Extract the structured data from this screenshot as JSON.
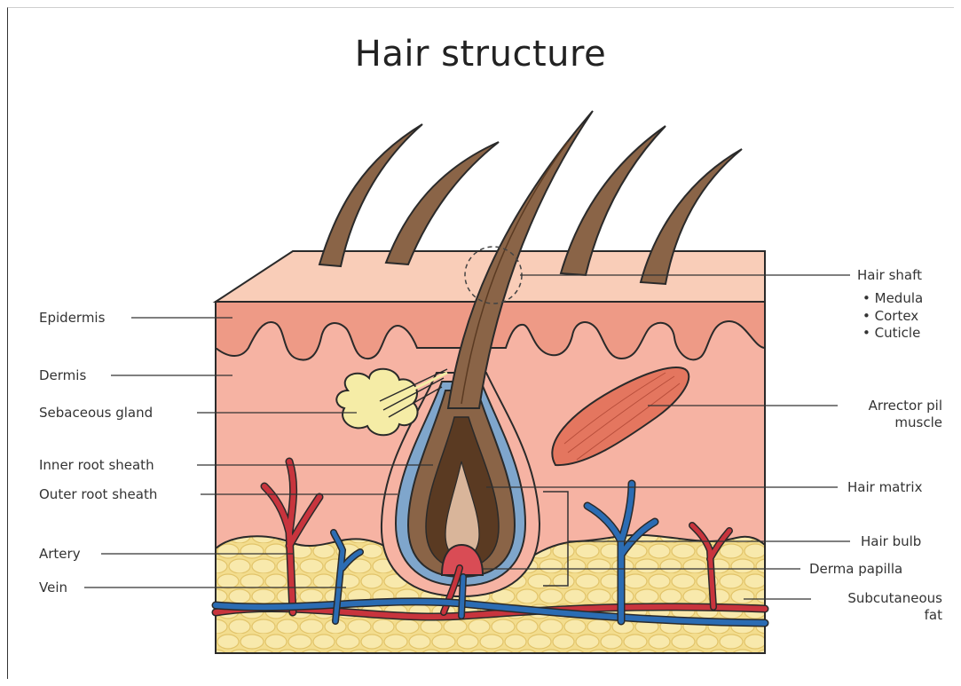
{
  "title": "Hair structure",
  "labels_left": {
    "epidermis": "Epidermis",
    "dermis": "Dermis",
    "sebaceous_gland": "Sebaceous gland",
    "inner_root_sheath": "Inner root sheath",
    "outer_root_sheath": "Outer root sheath",
    "artery": "Artery",
    "vein": "Vein"
  },
  "labels_right": {
    "hair_shaft": "Hair shaft",
    "hair_shaft_parts": [
      "Medula",
      "Cortex",
      "Cuticle"
    ],
    "arrector_pili_line1": "Arrector pil",
    "arrector_pili_line2": "muscle",
    "hair_matrix": "Hair matrix",
    "hair_bulb": "Hair bulb",
    "derma_papilla": "Derma papilla",
    "subcutaneous_line1": "Subcutaneous",
    "subcutaneous_line2": "fat"
  },
  "colors": {
    "epidermis_top": "#f9cdb8",
    "epidermis_layer": "#ee9a86",
    "dermis": "#f6b3a3",
    "fat": "#f3dd8e",
    "fat_cell": "#f8e9ac",
    "hair": "#8a6447",
    "hair_dark": "#5a3a22",
    "sheath_blue": "#7fa6cc",
    "artery": "#c8343d",
    "vein": "#2b6cb3",
    "muscle": "#e4765f",
    "gland": "#f5eca6"
  }
}
